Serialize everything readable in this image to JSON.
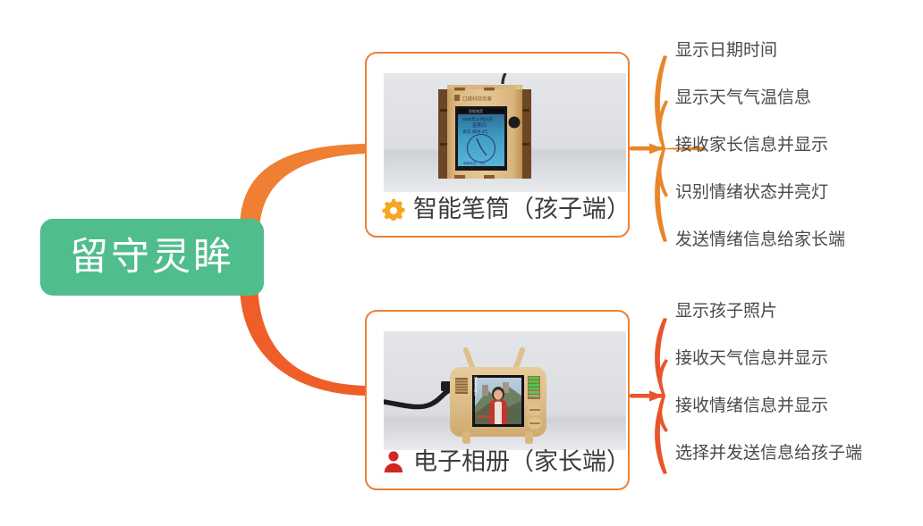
{
  "root": {
    "label": "留守灵眸",
    "color": "#50bd8d"
  },
  "theme": {
    "branch_orange": "#ef7f32",
    "bracket_top_orange": "#e8862a",
    "bracket_bottom_orange": "#e8552a",
    "card_border": "#ef7f32",
    "text_color": "#4a4a4a"
  },
  "branches": [
    {
      "id": "child-terminal",
      "icon": "gear-icon",
      "icon_color": "#f6a623",
      "label": "智能笔筒（孩子端）",
      "photo": {
        "alt": "木质智能笔筒，正面带蓝色液晶屏",
        "device": "wooden-pen-holder"
      },
      "features": [
        "显示日期时间",
        "显示天气气温信息",
        "接收家长信息并显示",
        "识别情绪状态并亮灯",
        "发送情绪信息给家长端"
      ]
    },
    {
      "id": "parent-terminal",
      "icon": "person-icon",
      "icon_color": "#d02724",
      "label": "电子相册（家长端）",
      "photo": {
        "alt": "木质复古电视造型电子相册，屏幕显示孩子照片",
        "device": "wooden-tv-photo-frame"
      },
      "features": [
        "显示孩子照片",
        "接收天气信息并显示",
        "接收情绪信息并显示",
        "选择并发送信息给孩子端"
      ]
    }
  ]
}
